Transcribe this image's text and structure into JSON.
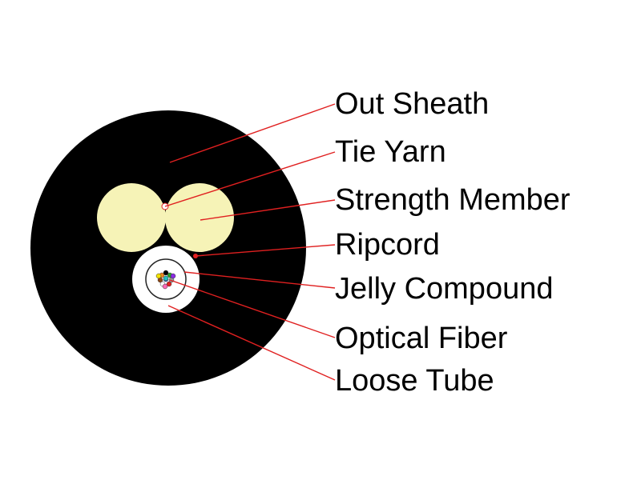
{
  "labels": {
    "out_sheath": "Out Sheath",
    "tie_yarn": "Tie Yarn",
    "strength_member": "Strength Member",
    "ripcord": "Ripcord",
    "jelly_compound": "Jelly Compound",
    "optical_fiber": "Optical Fiber",
    "loose_tube": "Loose Tube"
  },
  "colors": {
    "sheath": "#000000",
    "strength_member": "#f6f3b7",
    "loose_tube": "#ffffff",
    "leader_line": "#e02020",
    "fibers": [
      "#1f4fd8",
      "#f08a1c",
      "#2aa32a",
      "#8b4513",
      "#9a9a9a",
      "#ffffff",
      "#e02020",
      "#000000",
      "#f2e100",
      "#8a2be2",
      "#ff69b4",
      "#20c0c0"
    ]
  }
}
